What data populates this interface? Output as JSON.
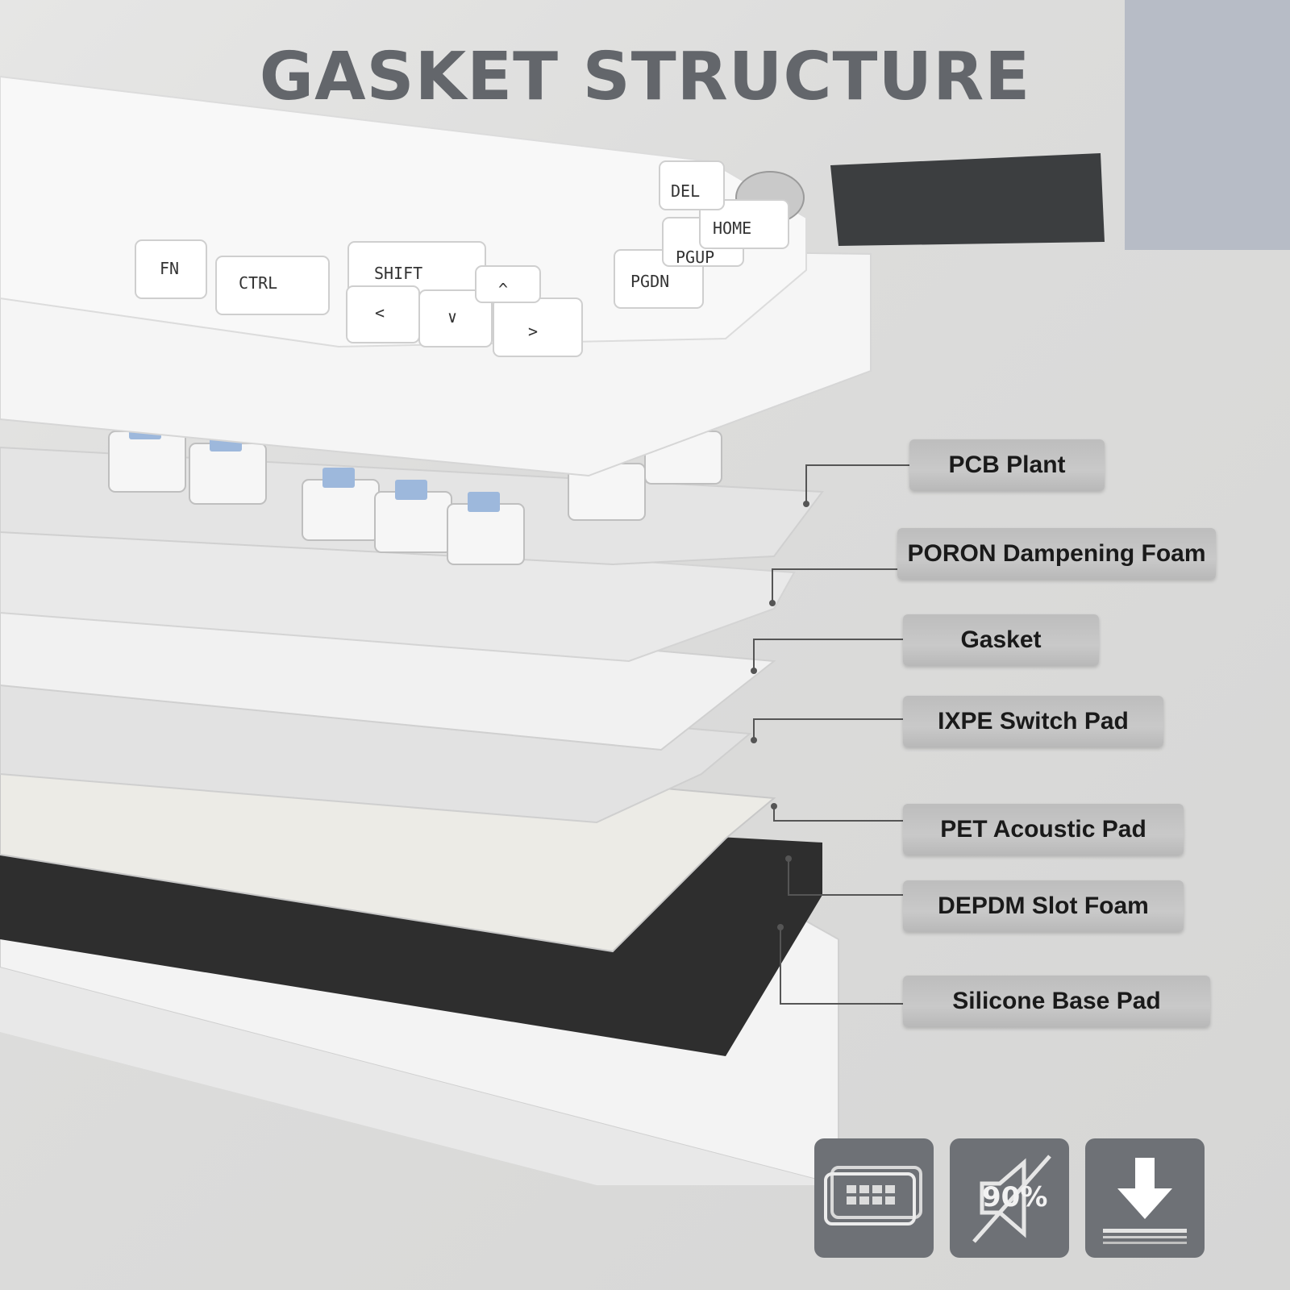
{
  "title": "GASKET STRUCTURE",
  "layers": [
    {
      "label": "PCB Plant"
    },
    {
      "label": "PORON Dampening Foam"
    },
    {
      "label": "Gasket"
    },
    {
      "label": "IXPE Switch Pad"
    },
    {
      "label": "PET Acoustic Pad"
    },
    {
      "label": "DEPDM Slot Foam"
    },
    {
      "label": "Silicone Base Pad"
    }
  ],
  "keycaps": {
    "fn": "FN",
    "ctrl": "CTRL",
    "shift": "SHIFT",
    "pgdn": "PGDN",
    "pgup": "PGUP",
    "home": "HOME",
    "del": "DEL",
    "left": "<",
    "down": "∨",
    "right": ">",
    "up": "^"
  },
  "badges": [
    {
      "icon": "stacked-layers-keyboard-icon"
    },
    {
      "icon": "sound-reduction-icon",
      "text": "90%"
    },
    {
      "icon": "shock-absorption-arrow-icon"
    }
  ],
  "colors": {
    "title": "#63666b",
    "label_bg": "#c2c2c2",
    "badge_bg": "#6e7176",
    "switch_stem": "#9db8dc",
    "foam_black": "#2e2e2e"
  }
}
